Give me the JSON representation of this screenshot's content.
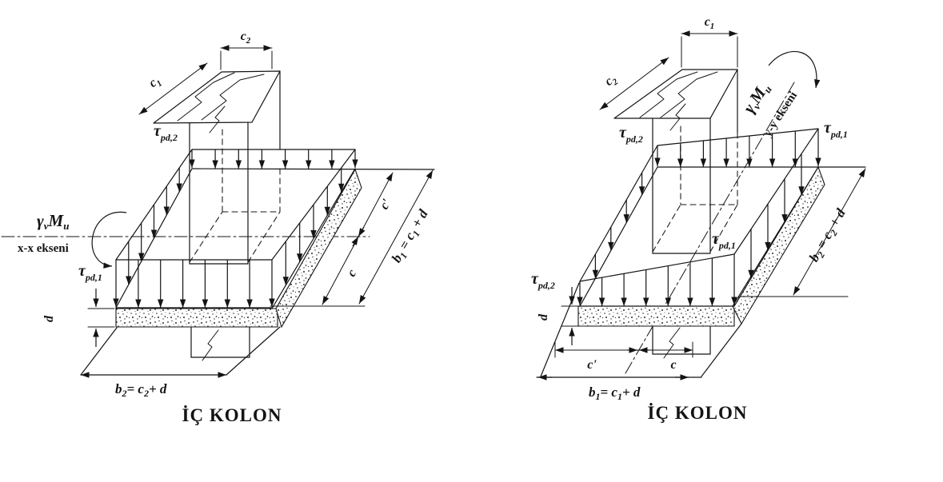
{
  "page": {
    "background": "#ffffff",
    "ink": "#141414"
  },
  "left_diagram": {
    "caption": "İÇ KOLON",
    "axis_label": "x-x ekseni",
    "moment_label": {
      "gamma": "γ",
      "gamma_sub": "v",
      "moment": "M",
      "moment_sub": "u"
    },
    "stress_back": {
      "symbol": "τ",
      "sub": "pd,2"
    },
    "stress_front": {
      "symbol": "τ",
      "sub": "pd,1"
    },
    "dim_c2": {
      "base": "c",
      "sub": "2"
    },
    "dim_c1": {
      "base": "c",
      "sub": "1"
    },
    "dim_d": "d",
    "dim_c": "c",
    "dim_c_prime": "c'",
    "formula_b2": {
      "p1": "b",
      "s1": "2",
      "p2": "= c",
      "s2": "2",
      "p3": "+ d"
    },
    "formula_b1": {
      "p1": "b",
      "s1": "1",
      "p2": " = c",
      "s2": "1",
      "p3": " + d"
    }
  },
  "right_diagram": {
    "caption": "İÇ KOLON",
    "axis_label": "y-y ekseni",
    "moment_label": {
      "gamma": "γ",
      "gamma_sub": "v",
      "moment": "M",
      "moment_sub": "u"
    },
    "stress_tau_pd2": {
      "symbol": "τ",
      "sub": "pd,2"
    },
    "stress_tau_pd1": {
      "symbol": "τ",
      "sub": "pd,1"
    },
    "dim_c1": {
      "base": "c",
      "sub": "1"
    },
    "dim_c2": {
      "base": "c",
      "sub": "2"
    },
    "dim_d": "d",
    "dim_c": "c",
    "dim_c_prime": "c'",
    "formula_b1": {
      "p1": "b",
      "s1": "1",
      "p2": "= c",
      "s2": "1",
      "p3": "+ d"
    },
    "formula_b2": {
      "p1": "b",
      "s1": "2",
      "p2": " = c",
      "s2": "2",
      "p3": " + d"
    }
  }
}
